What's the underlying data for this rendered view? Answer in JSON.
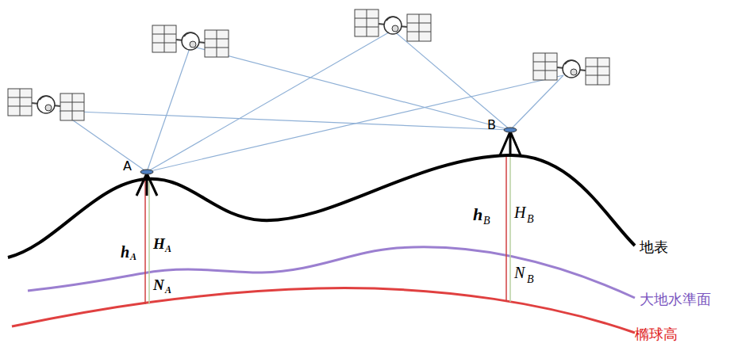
{
  "diagram": {
    "labels": [
      "A",
      "B",
      "h",
      "A",
      "H",
      "A",
      "N",
      "A",
      "h",
      "B",
      "H",
      "B",
      "N",
      "B",
      "地表",
      "大地水準面",
      "橢球高"
    ]
  }
}
